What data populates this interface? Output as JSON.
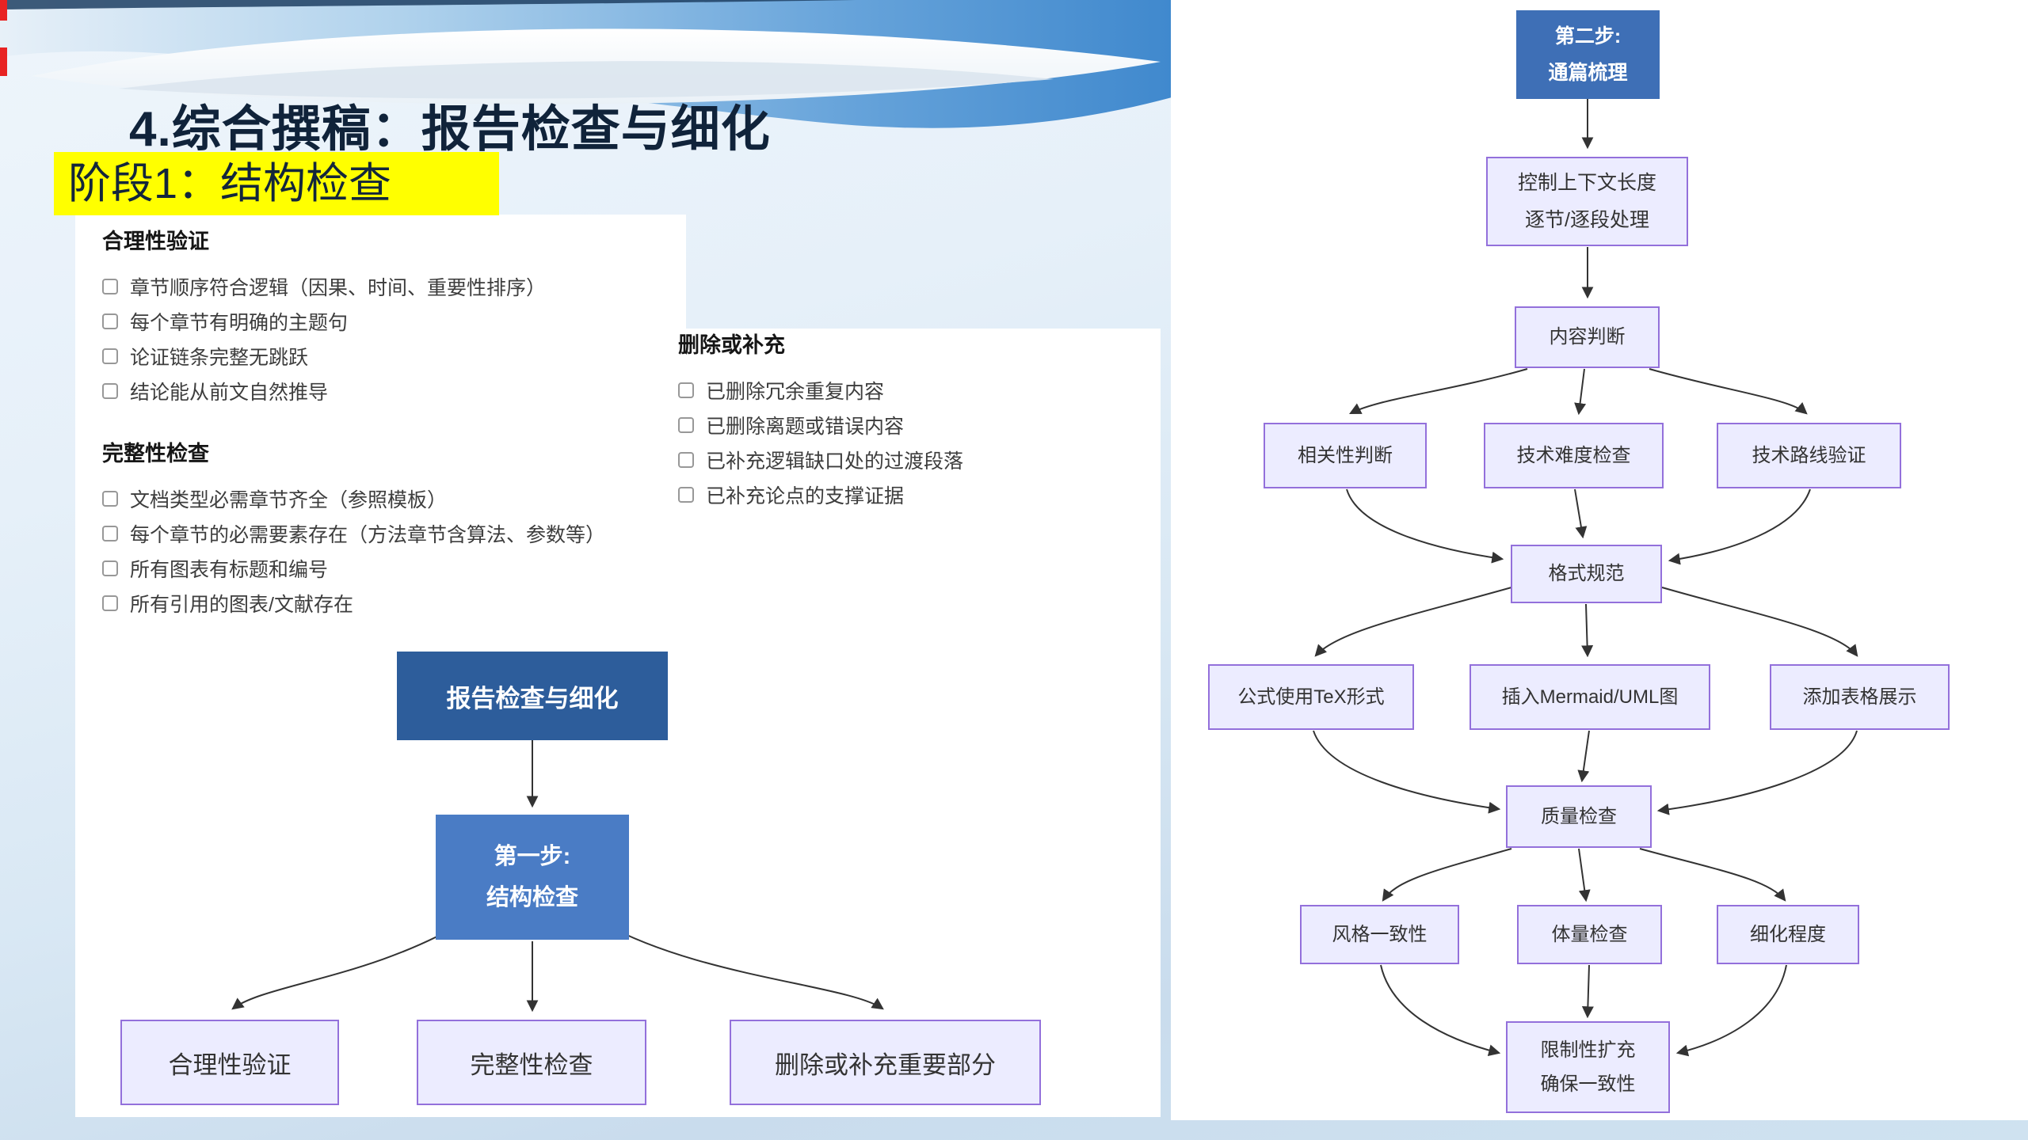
{
  "slide": {
    "title": "4.综合撰稿：报告检查与细化",
    "phase_label": "阶段1：结构检查"
  },
  "checklists": [
    {
      "heading": "合理性验证",
      "items": [
        "章节顺序符合逻辑（因果、时间、重要性排序）",
        "每个章节有明确的主题句",
        "论证链条完整无跳跃",
        "结论能从前文自然推导"
      ]
    },
    {
      "heading": "完整性检查",
      "items": [
        "文档类型必需章节齐全（参照模板）",
        "每个章节的必需要素存在（方法章节含算法、参数等）",
        "所有图表有标题和编号",
        "所有引用的图表/文献存在"
      ]
    },
    {
      "heading": "删除或补充",
      "items": [
        "已删除冗余重复内容",
        "已删除离题或错误内容",
        "已补充逻辑缺口处的过渡段落",
        "已补充论点的支撑证据"
      ]
    }
  ],
  "flow_left": {
    "root": "报告检查与细化",
    "step": {
      "line1": "第一步:",
      "line2": "结构检查"
    },
    "children": [
      "合理性验证",
      "完整性检查",
      "删除或补充重要部分"
    ]
  },
  "flow_right": {
    "step": {
      "line1": "第二步:",
      "line2": "通篇梳理"
    },
    "context": {
      "line1": "控制上下文长度",
      "line2": "逐节/逐段处理"
    },
    "judge": "内容判断",
    "row1": [
      "相关性判断",
      "技术难度检查",
      "技术路线验证"
    ],
    "format": "格式规范",
    "row2": [
      "公式使用TeX形式",
      "插入Mermaid/UML图",
      "添加表格展示"
    ],
    "quality": "质量检查",
    "row3": [
      "风格一致性",
      "体量检查",
      "细化程度"
    ],
    "final": {
      "line1": "限制性扩充",
      "line2": "确保一致性"
    }
  },
  "colors": {
    "highlight_yellow": "#ffff00",
    "title_navy": "#10233a",
    "node_dark_blue": "#2d5d9b",
    "node_mid_blue": "#4a7cc5",
    "node_lavender_fill": "#ECECFF",
    "node_lavender_border": "#9370DB",
    "arrow": "#333333"
  }
}
